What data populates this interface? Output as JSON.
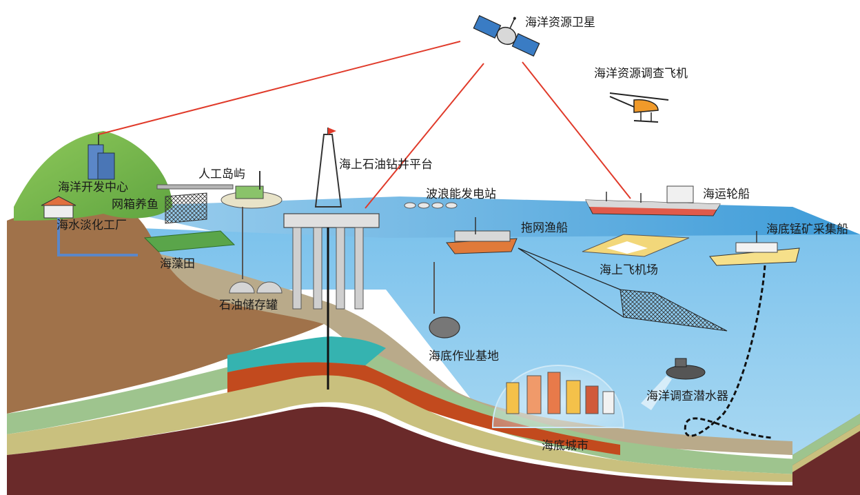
{
  "labels": {
    "satellite": "海洋资源卫星",
    "aircraft": "海洋资源调查飞机",
    "dev_center": "海洋开发中心",
    "artificial_island": "人工岛屿",
    "oil_platform": "海上石油钻井平台",
    "wave_power": "波浪能发电站",
    "cargo_ship": "海运轮船",
    "cage_fish": "网箱养鱼",
    "desalination": "海水淡化工厂",
    "trawler": "拖网渔船",
    "mining_ship": "海底锰矿采集船",
    "seaweed_field": "海藻田",
    "sea_airport": "海上飞机场",
    "oil_storage": "石油储存罐",
    "seabed_base": "海底作业基地",
    "submersible": "海洋调查潜水器",
    "seabed_city": "海底城市"
  },
  "colors": {
    "sea_surface": "#5aaee0",
    "water_side": "#8ccbee",
    "land": "#a0724a",
    "grass": "#76b84c",
    "link_line": "#e03a2a",
    "rock": "#6a2a2a"
  }
}
